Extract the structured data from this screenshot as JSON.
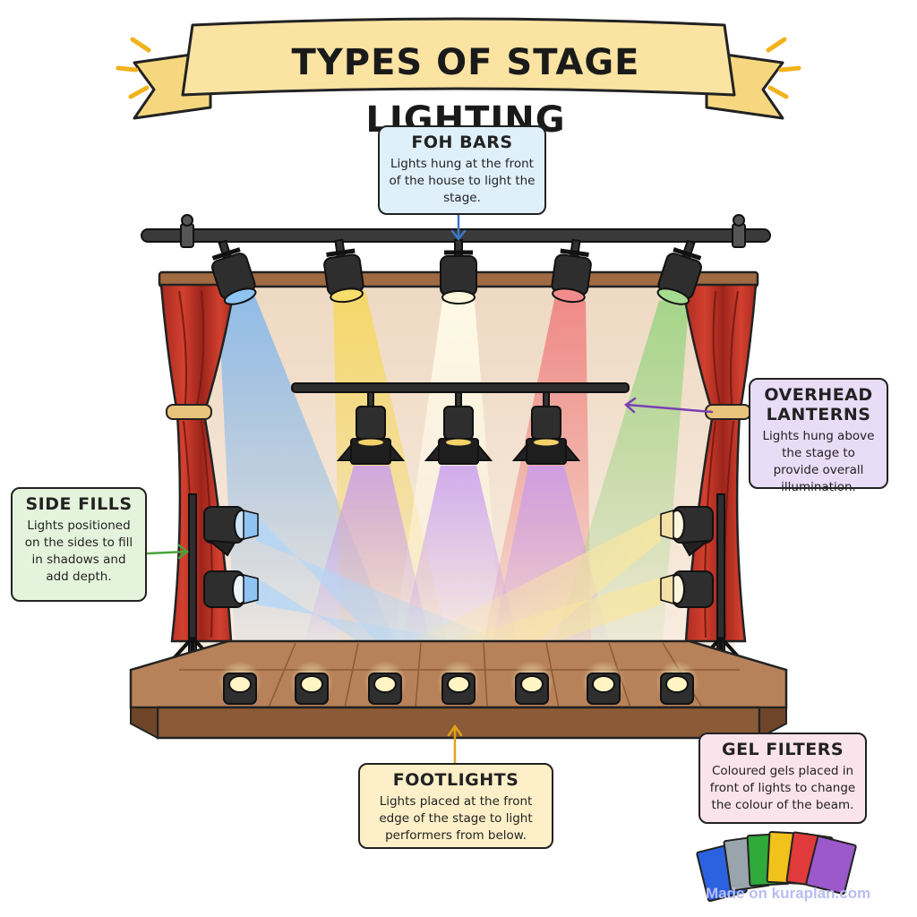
{
  "title": "TYPES OF STAGE LIGHTING",
  "callouts": {
    "foh": {
      "heading": "FOH BARS",
      "text": "Lights hung at the front of the house to light the stage.",
      "bg": "#dff0fb"
    },
    "overhead": {
      "heading": "OVERHEAD LANTERNS",
      "text": "Lights hung above the stage to provide overall illumination.",
      "bg": "#e9dcf7"
    },
    "side": {
      "heading": "SIDE FILLS",
      "text": "Lights positioned on the sides to fill in shadows and add depth.",
      "bg": "#e4f4dc"
    },
    "foot": {
      "heading": "FOOTLIGHTS",
      "text": "Lights placed at the front edge of the stage to light performers from below.",
      "bg": "#fdf0c8"
    },
    "gel": {
      "heading": "GEL FILTERS",
      "text": "Coloured gels placed in front of lights to change the colour of the beam.",
      "bg": "#fbe3ec"
    }
  },
  "colors": {
    "curtain": "#c0392b",
    "floor": "#b07a4f",
    "banner": "#fbe3a2",
    "beam_blue": "#8fc3f2",
    "beam_yellow": "#f7dd6b",
    "beam_white": "#fff7dc",
    "beam_red": "#f28c8c",
    "beam_green": "#a6dc8f",
    "beam_purple": "#cfa8f0"
  },
  "gels": [
    "#2b62e0",
    "#9aa4ad",
    "#2faa3a",
    "#f1c21b",
    "#e03a3a",
    "#9b59c9"
  ],
  "watermark": "Made on kuraplan.com"
}
